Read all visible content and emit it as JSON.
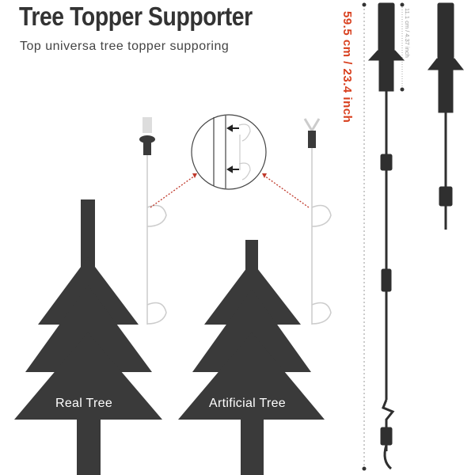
{
  "header": {
    "title": "Tree Topper Supporter",
    "subtitle": "Top universa tree topper supporing"
  },
  "trees": [
    {
      "label": "Real Tree"
    },
    {
      "label": "Artificial Tree"
    }
  ],
  "dimensions": {
    "total_length": "59.5 cm / 23.4 inch",
    "top_length": "11.1 cm / 4.37 inch"
  },
  "colors": {
    "tree": "#3a3a3a",
    "accent": "#d8401f",
    "title": "#333333"
  }
}
